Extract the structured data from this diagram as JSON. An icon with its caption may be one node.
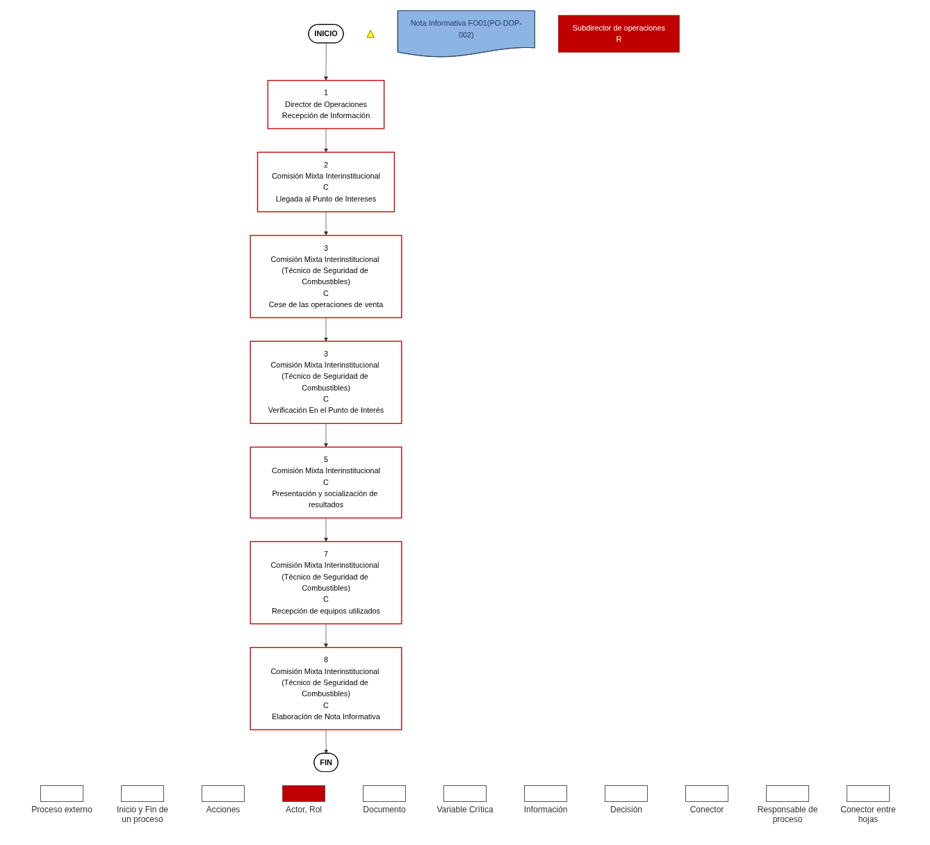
{
  "diagram": {
    "nodes": [
      {
        "text": [
          "INICIO"
        ]
      },
      {
        "text": [
          "1",
          "Director de Operaciones",
          "Recepción de Información"
        ]
      },
      {
        "text": [
          "2",
          "Comisión Mixta Interinstitucional",
          "C",
          "Llegada al Punto de Intereses"
        ]
      },
      {
        "text": [
          "3",
          "Comisión Mixta Interinstitucional (Técnico de Seguridad de Combustibles)",
          "C",
          "Cese de las operaciones de venta"
        ]
      },
      {
        "text": [
          "3",
          "Comisión Mixta Interinstitucional (Técnico de Seguridad de Combustibles)",
          "C",
          "Verificación En el Punto de Interés"
        ]
      },
      {
        "text": [],
        "shape": "triangle"
      },
      {
        "text": [
          "5",
          "Comisión Mixta Interinstitucional",
          "C",
          "Presentación y socialización de resultados"
        ]
      },
      {
        "text": [
          "7",
          "Comisión Mixta Interinstitucional (Técnico de Seguridad de Combustibles)",
          "C",
          "Recepción de equipos utilizados"
        ]
      },
      {
        "text": [
          "8",
          "Comisión Mixta Interinstitucional (Técnico de Seguridad de Combustibles)",
          "C",
          "Elaboración de Nota Informativa"
        ]
      },
      {
        "text": [
          "Nota Informativa FO01(PO-DOP-002)"
        ]
      },
      {
        "text": [
          "FIN"
        ]
      },
      {
        "text": [
          "Subdirector de operaciones",
          "R"
        ]
      }
    ],
    "edges": [
      {
        "from": 0,
        "to": 1,
        "arrow": "to"
      },
      {
        "from": 1,
        "to": 2,
        "arrow": "to"
      },
      {
        "from": 2,
        "to": 3,
        "arrow": "to"
      },
      {
        "from": 3,
        "to": 4,
        "arrow": "to"
      },
      {
        "from": 4,
        "to": 6,
        "arrow": "to"
      },
      {
        "from": 6,
        "to": 7,
        "arrow": "to"
      },
      {
        "from": 7,
        "to": 8,
        "arrow": "to"
      },
      {
        "from": 8,
        "to": 10,
        "arrow": "to"
      }
    ],
    "legend": [
      {
        "text": "Proceso externo"
      },
      {
        "text": "Inicio y Fin de un proceso"
      },
      {
        "text": "Acciones"
      },
      {
        "text": "Actor, Rol",
        "color": "#c00000"
      },
      {
        "text": "Documento"
      },
      {
        "text": "Variable Crítica"
      },
      {
        "text": "Información"
      },
      {
        "text": "Decisión"
      },
      {
        "text": "Conector"
      },
      {
        "text": "Responsable de proceso"
      },
      {
        "text": "Conector entre hojas"
      }
    ]
  }
}
